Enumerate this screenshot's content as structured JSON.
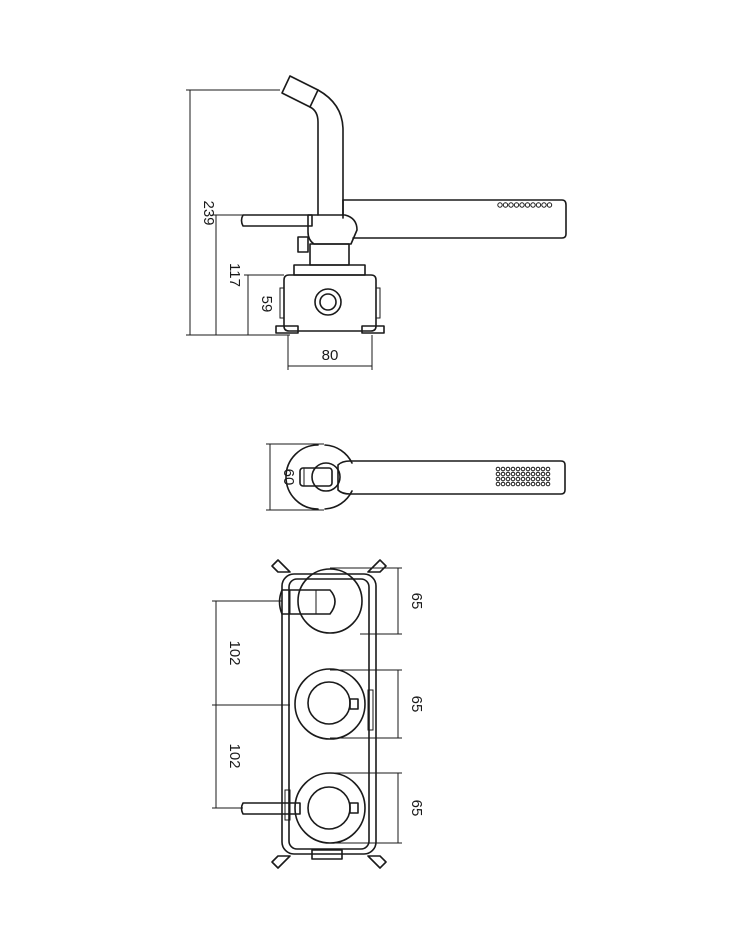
{
  "side_view": {
    "dim_total_height": "239",
    "dim_lever_height": "117",
    "dim_body_height": "59",
    "dim_body_width": "80"
  },
  "top_view": {
    "dim_rosette_diameter": "60"
  },
  "front_view": {
    "dim_rosette_top": "65",
    "dim_rosette_middle": "65",
    "dim_rosette_bottom": "65",
    "dim_spacing_upper": "102",
    "dim_spacing_lower": "102"
  }
}
